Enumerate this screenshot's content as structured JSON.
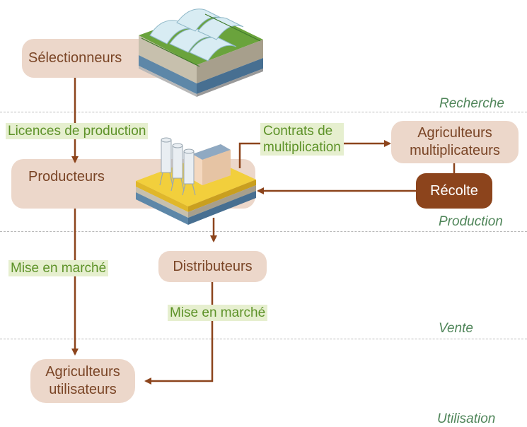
{
  "stages": {
    "recherche": "Recherche",
    "production": "Production",
    "vente": "Vente",
    "utilisation": "Utilisation"
  },
  "nodes": {
    "selectionneurs": "Sélectionneurs",
    "producteurs": "Producteurs",
    "agriculteurs_multiplicateurs_1": "Agriculteurs",
    "agriculteurs_multiplicateurs_2": "multiplicateurs",
    "recolte": "Récolte",
    "distributeurs": "Distributeurs",
    "agriculteurs_utilisateurs_1": "Agriculteurs",
    "agriculteurs_utilisateurs_2": "utilisateurs"
  },
  "edge_labels": {
    "licences": "Licences de production",
    "contrats_1": "Contrats de",
    "contrats_2": "multiplication",
    "mise_en_marche_left": "Mise en marché",
    "mise_en_marche_right": "Mise en marché"
  },
  "colors": {
    "node_fill": "#ecd7ca",
    "node_text": "#7a4526",
    "recolte_fill": "#8c441c",
    "arrow": "#8c441c",
    "label_fill": "#e6efcf",
    "label_text": "#5d9228",
    "stage_text": "#4f8559"
  },
  "icons": [
    "greenhouse-icon",
    "factory-silo-icon"
  ]
}
